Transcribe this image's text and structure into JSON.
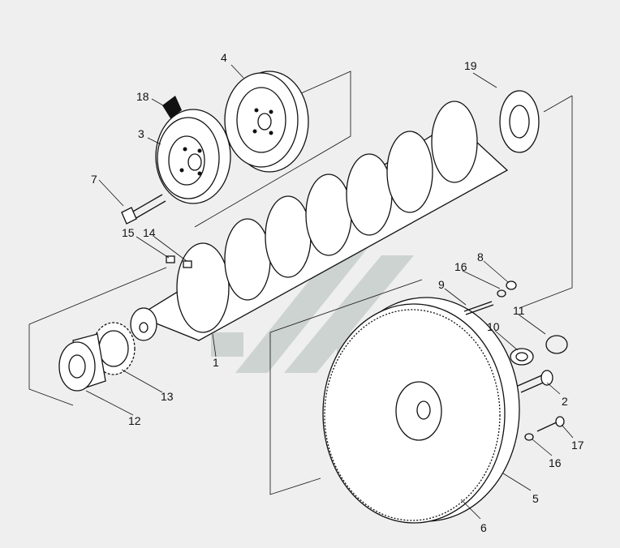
{
  "callouts": [
    "1",
    "2",
    "3",
    "4",
    "5",
    "6",
    "7",
    "8",
    "9",
    "10",
    "11",
    "12",
    "13",
    "14",
    "15",
    "16",
    "16",
    "17",
    "18",
    "19"
  ],
  "colors": {
    "ink": "#111111",
    "background": "#efefef",
    "watermark": "#c8cfcc"
  }
}
